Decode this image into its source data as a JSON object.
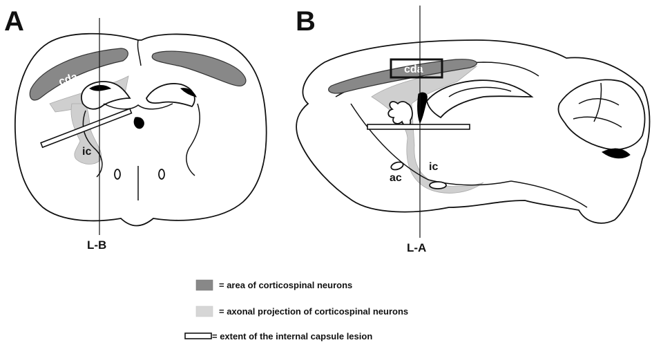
{
  "panels": {
    "a": {
      "letter": "A",
      "region_label": "cda",
      "capsule_label": "ic",
      "section_line_label": "L-B"
    },
    "b": {
      "letter": "B",
      "region_label": "cda",
      "capsule_label": "ic",
      "commissure_label": "ac",
      "section_line_label": "L-A"
    }
  },
  "legend": {
    "items": [
      {
        "text": "= area of corticospinal neurons",
        "swatch": "dark-gray"
      },
      {
        "text": "= axonal projection of corticospinal neurons",
        "swatch": "light-gray"
      },
      {
        "text": "= extent  of the internal capsule lesion",
        "swatch": "white-bar"
      }
    ]
  },
  "colors": {
    "dark_fill": "#888888",
    "light_fill": "#cfcfcf",
    "outline": "#111111"
  }
}
